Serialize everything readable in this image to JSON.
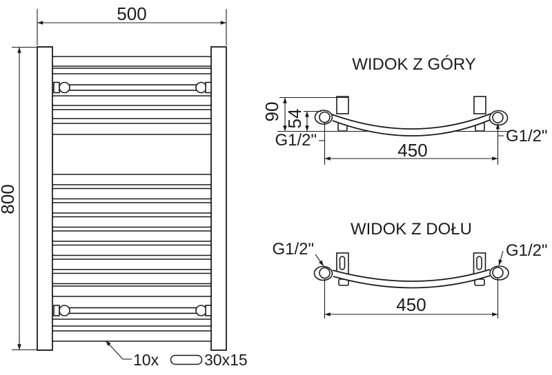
{
  "front_view": {
    "width_mm": "500",
    "height_mm": "800",
    "tube_count_label": "10x",
    "tube_profile_label": "30x15"
  },
  "top_view": {
    "title": "WIDOK Z GÓRY",
    "depth_mm": "90",
    "offset_mm": "54",
    "connection_spacing_mm": "450",
    "thread_left": "G1/2\"",
    "thread_right": "G1/2\""
  },
  "bottom_view": {
    "title": "WIDOK Z DOŁU",
    "connection_spacing_mm": "450",
    "thread_left": "G1/2\"",
    "thread_right": "G1/2\""
  },
  "colors": {
    "line": "#1b1b1b",
    "background": "#ffffff"
  }
}
